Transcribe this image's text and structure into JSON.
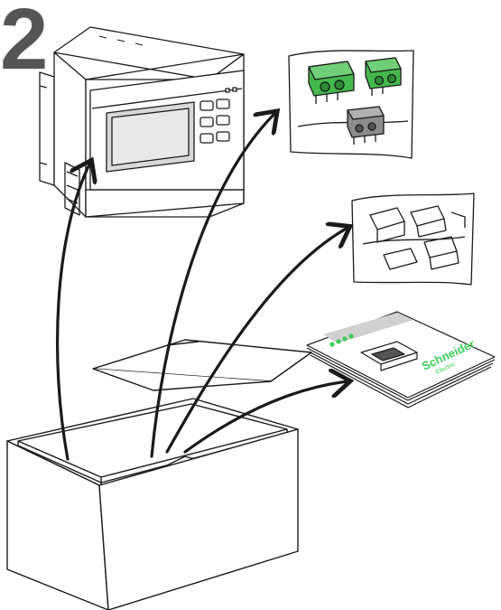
{
  "step": {
    "number": "2"
  },
  "brand": {
    "line1": "Schneider",
    "line2": "Electric",
    "color": "#3dcd58"
  },
  "colors": {
    "ink": "#1a1a1a",
    "step_number": "#555555",
    "connector_green": "#43b84b",
    "connector_green_dark": "#2c8c35",
    "connector_gray": "#8c8c8c",
    "screen_gray": "#d8d8d8"
  },
  "items": [
    {
      "name": "power-meter",
      "icon": "meter-device"
    },
    {
      "name": "terminal-connectors",
      "icon": "green-and-gray-plug-connectors"
    },
    {
      "name": "mounting-clips",
      "icon": "din-rail-clips"
    },
    {
      "name": "installation-sheet",
      "icon": "schneider-instruction-leaflet"
    }
  ],
  "container": {
    "name": "shipping-box",
    "icon": "open-cardboard-box"
  }
}
